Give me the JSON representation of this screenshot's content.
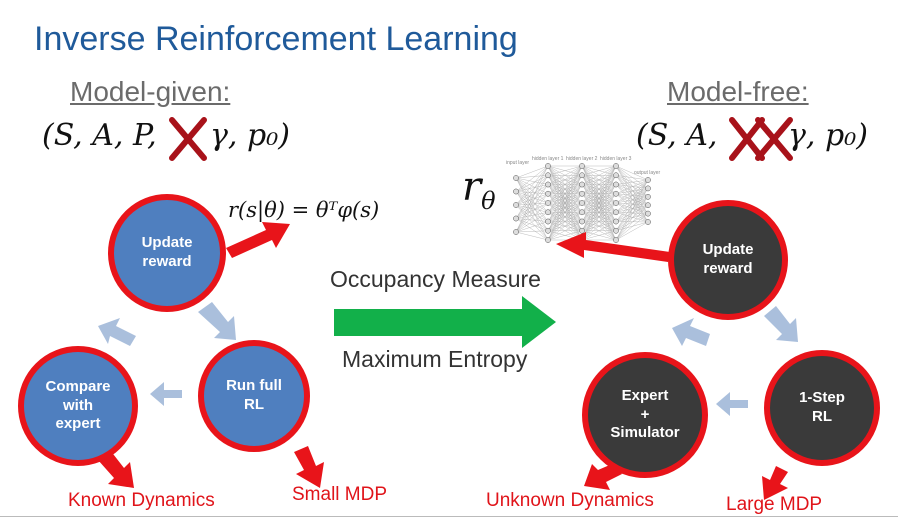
{
  "title": "Inverse Reinforcement Learning",
  "left": {
    "heading": "Model-given:",
    "tuple_prefix": "(S, A, P,",
    "tuple_suffix": "γ, p₀)",
    "reward_formula": "r(s|θ) = θᵀφ(s)",
    "nodes": {
      "update": "Update\nreward",
      "run": "Run full\nRL",
      "compare": "Compare\nwith\nexpert"
    },
    "label_dynamics": "Known Dynamics",
    "label_mdp": "Small MDP"
  },
  "middle": {
    "top_label": "Occupancy Measure",
    "bottom_label": "Maximum Entropy"
  },
  "right": {
    "heading": "Model-free:",
    "tuple_prefix": "(S, A,",
    "tuple_suffix": "γ, p₀)",
    "reward_symbol": "r",
    "reward_sub": "θ",
    "nodes": {
      "update": "Update\nreward",
      "step": "1-Step\nRL",
      "expert": "Expert\n+\nSimulator"
    },
    "label_dynamics": "Unknown Dynamics",
    "label_mdp": "Large MDP"
  },
  "colors": {
    "title": "#1f5a9a",
    "node_blue": "#4f7fbf",
    "node_dark": "#3a3a3a",
    "node_border": "#e8141a",
    "cycle_arrow": "#aabfdc",
    "center_arrow": "#12b04a",
    "label_red": "#e0141a"
  }
}
